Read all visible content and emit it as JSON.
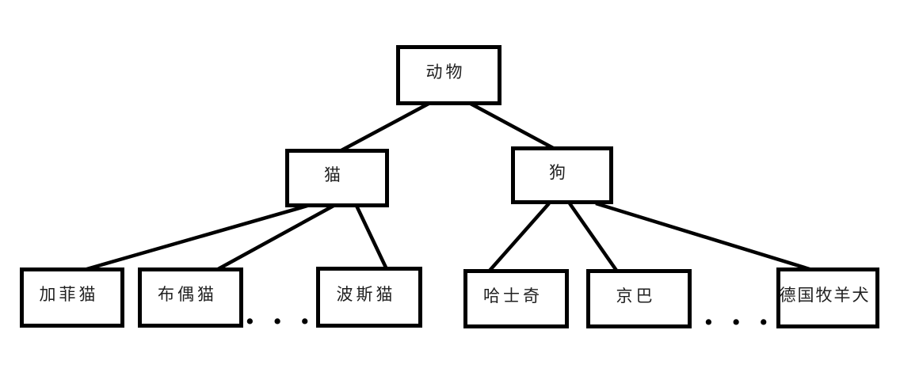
{
  "diagram": {
    "type": "tree",
    "language": "zh",
    "colors": {
      "background": "#ffffff",
      "box_border": "#000000",
      "connector": "#000000",
      "text": "#1f1f1f"
    },
    "nodes": {
      "animal": {
        "label": "动物",
        "level": 0,
        "parent": null
      },
      "cat": {
        "label": "猫",
        "level": 1,
        "parent": "animal"
      },
      "dog": {
        "label": "狗",
        "level": 1,
        "parent": "animal"
      },
      "garfield": {
        "label": "加菲猫",
        "level": 2,
        "parent": "cat"
      },
      "ragdoll": {
        "label": "布偶猫",
        "level": 2,
        "parent": "cat"
      },
      "persian": {
        "label": "波斯猫",
        "level": 2,
        "parent": "cat"
      },
      "husky": {
        "label": "哈士奇",
        "level": 2,
        "parent": "dog"
      },
      "pekingese": {
        "label": "京巴",
        "level": 2,
        "parent": "dog"
      },
      "german_shepherd": {
        "label": "德国牧羊犬",
        "level": 2,
        "parent": "dog"
      }
    },
    "edges": [
      [
        "animal",
        "cat"
      ],
      [
        "animal",
        "dog"
      ],
      [
        "cat",
        "garfield"
      ],
      [
        "cat",
        "ragdoll"
      ],
      [
        "cat",
        "persian"
      ],
      [
        "dog",
        "husky"
      ],
      [
        "dog",
        "pekingese"
      ],
      [
        "dog",
        "german_shepherd"
      ]
    ],
    "ellipsis": {
      "cat_more": "• • •",
      "dog_more": "• • •"
    }
  }
}
